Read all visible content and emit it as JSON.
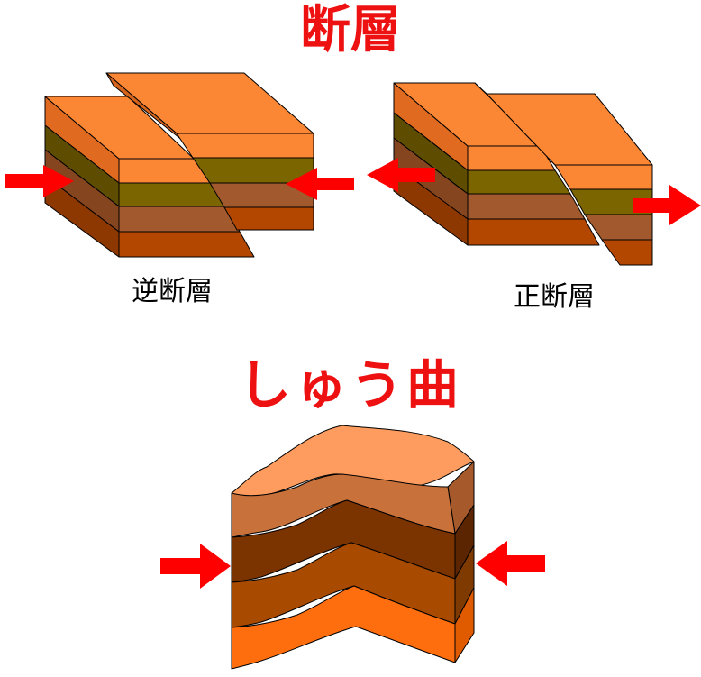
{
  "titles": {
    "fault": "断層",
    "fold": "しゅう曲"
  },
  "labels": {
    "reverse_fault": "逆断層",
    "normal_fault": "正断層"
  },
  "colors": {
    "title": "#ee1111",
    "arrow": "#ff0000",
    "layer_top": "#fb8633",
    "layer_olive": "#7b6500",
    "layer_brown": "#a2592e",
    "layer_rust": "#b34700",
    "fold_layer_1": "#c8713b",
    "fold_layer_2": "#7b3300",
    "fold_layer_3": "#a84a00",
    "fold_layer_4": "#ff6e0e"
  }
}
